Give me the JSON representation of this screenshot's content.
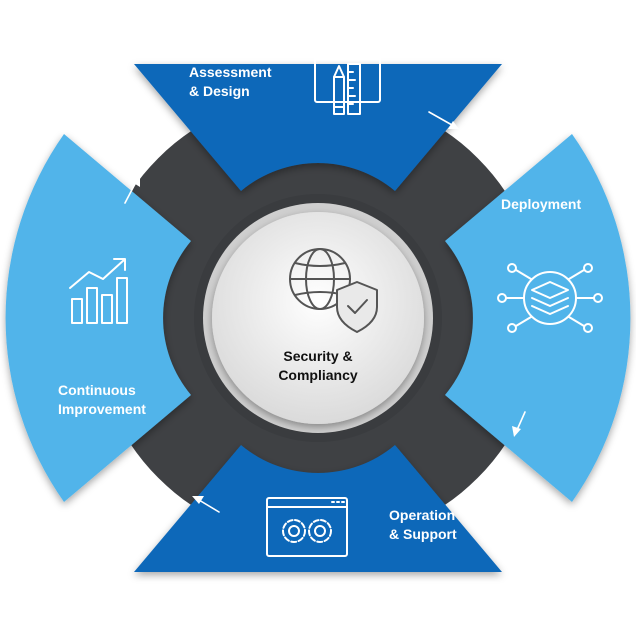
{
  "center": {
    "label": "Security &\nCompliancy",
    "icon": "globe-shield-icon"
  },
  "segments": [
    {
      "label": "Assessment\n& Design",
      "icon": "blueprint-ruler-pencil-icon"
    },
    {
      "label": "Deployment",
      "icon": "layers-network-icon"
    },
    {
      "label": "Operation\n& Support",
      "icon": "gear-browser-window-icon"
    },
    {
      "label": "Continuous\nImprovement",
      "icon": "bar-chart-growth-icon"
    }
  ],
  "colors": {
    "dark_blue": "#0d68b9",
    "light_blue": "#51b4ea",
    "dark_gray": "#3f4144",
    "center_fill": "#eeeeee",
    "icon_gray": "#555555"
  }
}
